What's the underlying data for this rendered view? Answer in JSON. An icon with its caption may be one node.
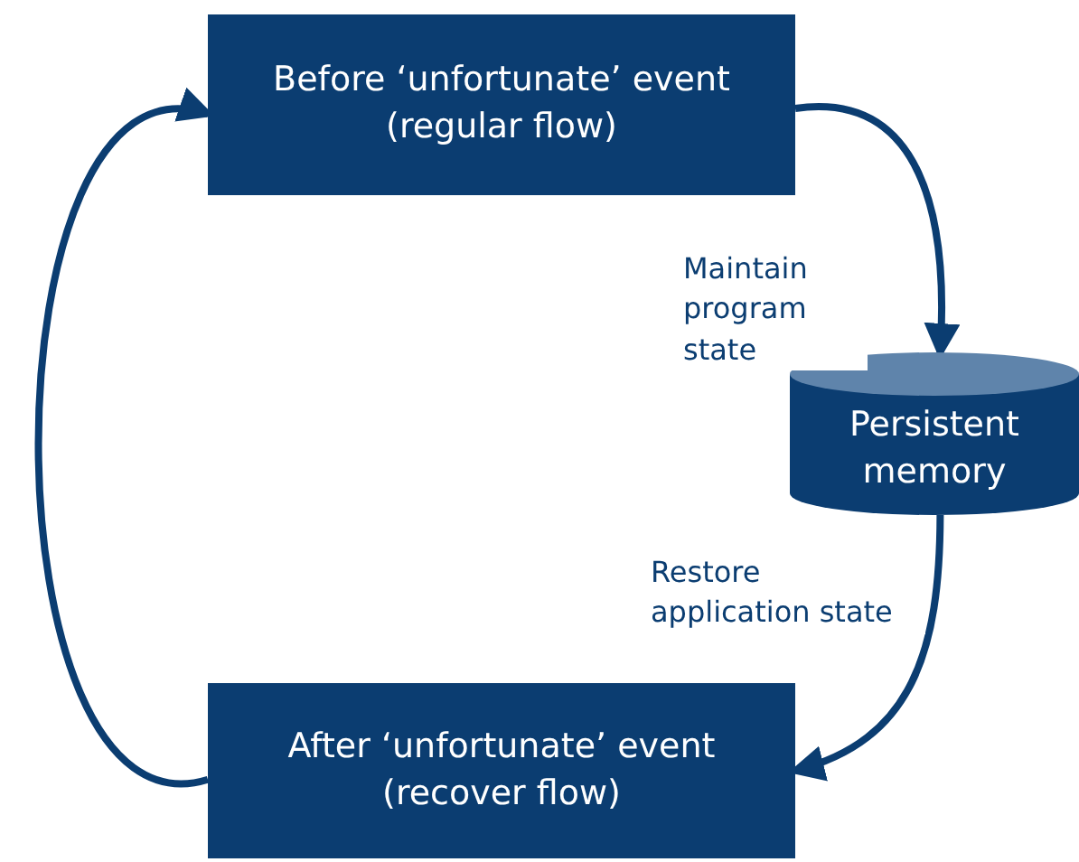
{
  "diagram": {
    "nodes": [
      {
        "text": [
          "Before ‘unfortunate’ event (regular flow)"
        ]
      },
      {
        "text": [
          "After ‘unfortunate’ event (recover flow)"
        ]
      },
      {
        "text": [
          "Persistent memory"
        ]
      }
    ],
    "edges": [
      {
        "from": 0,
        "to": 2,
        "arrow": "to",
        "label": "Maintain program state"
      },
      {
        "from": 2,
        "to": 1,
        "arrow": "to",
        "label": "Restore application state"
      },
      {
        "from": 1,
        "to": 0,
        "arrow": "to"
      }
    ]
  }
}
